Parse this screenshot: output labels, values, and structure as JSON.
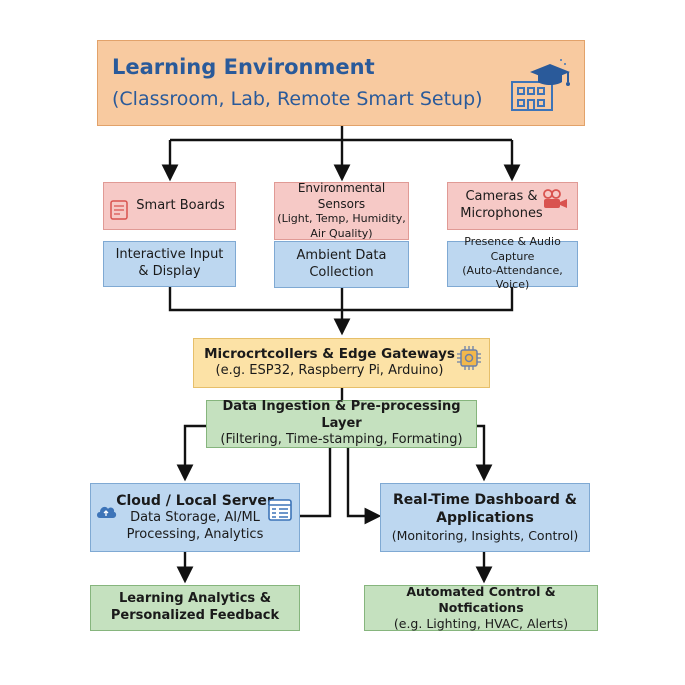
{
  "top": {
    "title": "Learning Environment",
    "subtitle": "(Classroom, Lab, Remote Smart Setup)"
  },
  "sources": [
    {
      "title": "Smart Boards",
      "detail": [
        "Interactive Input",
        "& Display"
      ]
    },
    {
      "title": [
        "Environmental Sensors",
        "(Light, Temp, Humidity,",
        "Air Quality)"
      ],
      "detail": [
        "Ambient Data",
        "Collection"
      ]
    },
    {
      "title": [
        "Cameras &",
        "Microphones"
      ],
      "detail": [
        "Presence & Audio Capture",
        "(Auto-Attendance, Voice)"
      ]
    }
  ],
  "edge": {
    "title": "Microcrtcollers & Edge Gateways",
    "subtitle": "(e.g. ESP32, Raspberry Pi, Arduino)"
  },
  "ingestion": {
    "title": "Data Ingestion & Pre-processing Layer",
    "subtitle": "(Filtering, Time-stamping, Formating)"
  },
  "cloud": {
    "title": "Cloud / Local Server",
    "lines": [
      "Data Storage, AI/ML",
      "Processing, Analytics"
    ]
  },
  "dashboard": {
    "title": [
      "Real-Time Dashboard &",
      "Applications"
    ],
    "subtitle": "(Monitoring, Insights, Control)"
  },
  "analytics": {
    "lines": [
      "Learning Analytics &",
      "Personalized Feedback"
    ]
  },
  "control": {
    "title": "Automated Control & Notfications",
    "subtitle": "(e.g. Lighting, HVAC, Alerts)"
  },
  "colors": {
    "orange": "#f8caa0",
    "pink": "#f6c9c6",
    "blue": "#bdd7f0",
    "yellow": "#fce2a6",
    "green": "#c5e1bf",
    "title_blue": "#2a5a9a",
    "icon_blue": "#3d74b8",
    "icon_red": "#d9534f"
  },
  "icons": [
    "graduation-school-icon",
    "smart-board-icon",
    "camera-icon",
    "chip-icon",
    "cloud-icon",
    "server-dashboard-icon"
  ]
}
